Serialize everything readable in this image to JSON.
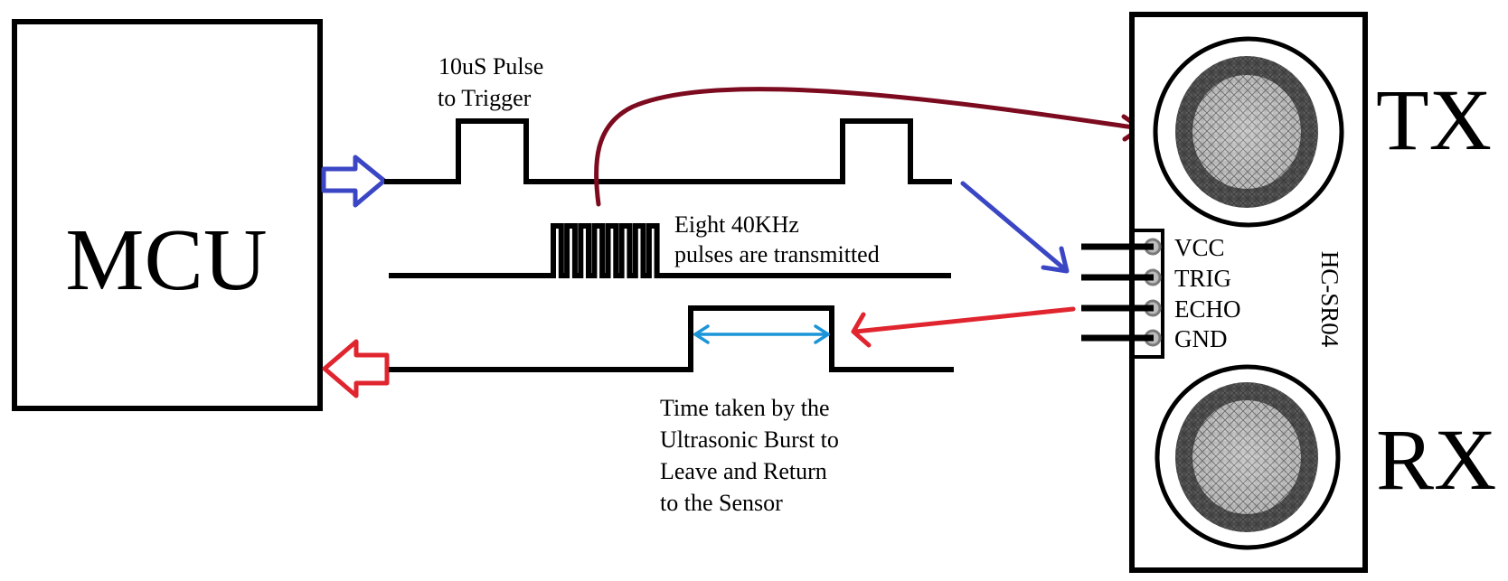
{
  "diagram": {
    "title": "HC-SR04 ultrasonic sensor timing with MCU",
    "colors": {
      "ink": "#000000",
      "mcu_out_arrow": "#3b46c4",
      "mcu_in_arrow": "#e0252f",
      "trigger_to_tx_arrow": "#7c0b20",
      "trig_pointer": "#3b46c4",
      "echo_pointer": "#e0252f",
      "time_span": "#1b95d8",
      "tx_rx_label": "#3b46c4",
      "transducer_dark": "#4f4f4f",
      "transducer_light": "#a9a9a9"
    },
    "mcu": {
      "label": "MCU"
    },
    "signals": {
      "trigger": {
        "caption_line1": "10uS Pulse",
        "caption_line2": "to Trigger"
      },
      "burst": {
        "caption_line1": "Eight 40KHz",
        "caption_line2": "pulses are transmitted",
        "pulse_count": 8
      },
      "echo": {
        "caption_lines": [
          "Time taken by the",
          "Ultrasonic Burst to",
          "Leave and Return",
          "to the Sensor"
        ]
      }
    },
    "sensor": {
      "model": "HC-SR04",
      "tx_label": "TX",
      "rx_label": "RX",
      "pins": [
        "VCC",
        "TRIG",
        "ECHO",
        "GND"
      ]
    }
  }
}
